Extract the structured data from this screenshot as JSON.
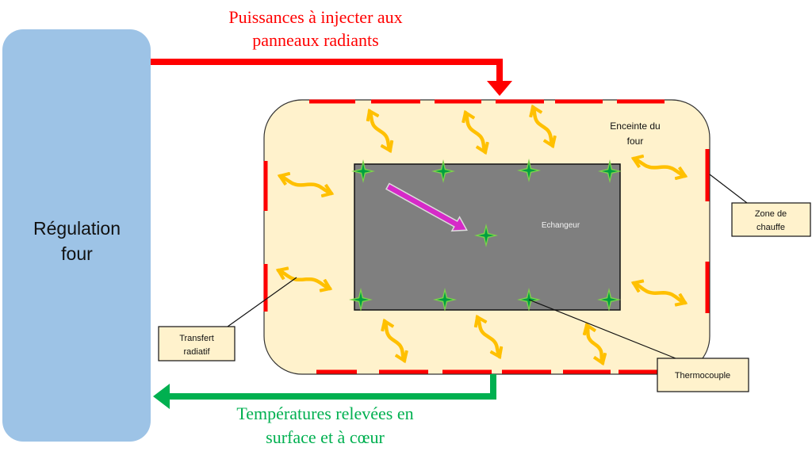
{
  "regulation": {
    "line1": "Régulation",
    "line2": "four"
  },
  "power_label": {
    "line1": "Puissances à injecter aux",
    "line2": "panneaux radiants"
  },
  "temperature_label": {
    "line1": "Températures relevées en",
    "line2": "surface et à cœur"
  },
  "enclosure_label": {
    "line1": "Enceinte du",
    "line2": "four"
  },
  "exchanger_label": "Echangeur",
  "callouts": {
    "heating_zone": {
      "line1": "Zone de",
      "line2": "chauffe"
    },
    "radiative_transfer": {
      "line1": "Transfert",
      "line2": "radiatif"
    },
    "thermocouple": "Thermocouple"
  },
  "colors": {
    "regulation_box": "#9DC3E6",
    "power_arrow": "#FF0000",
    "temperature_arrow": "#00B050",
    "enclosure": "#FFF2CC",
    "exchanger": "#7F7F7F",
    "radiation_arrows": "#FFC000",
    "thermocouple_star": "#00B050",
    "core_arrow": "#D62AC8"
  }
}
